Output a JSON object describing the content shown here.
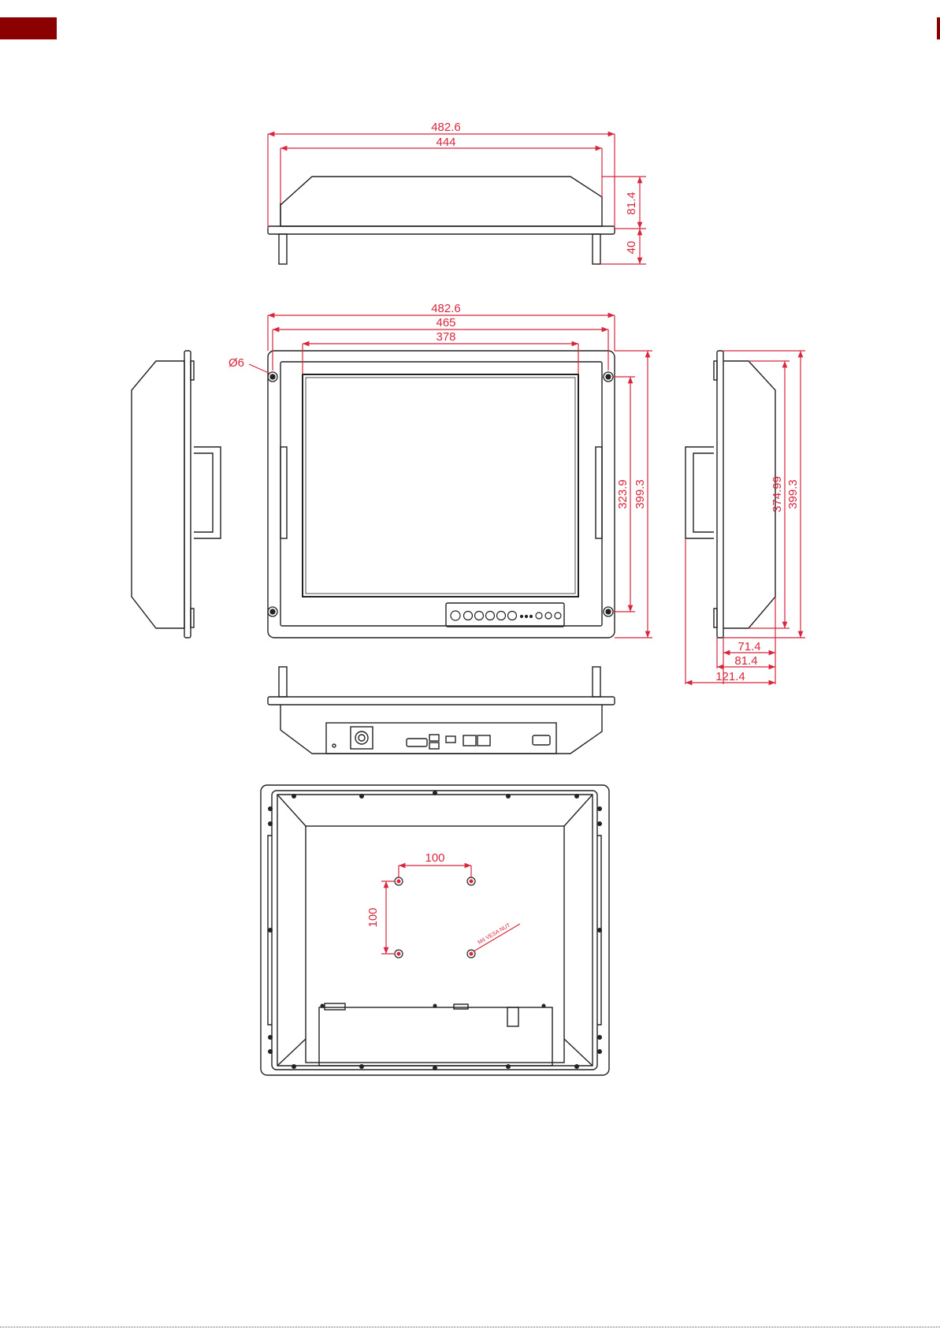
{
  "colors": {
    "header_tab": "#8b0000",
    "dimension": "#d7263d",
    "outline": "#222222"
  },
  "dimensions": {
    "top_view": {
      "overall_width": "482.6",
      "body_width": "444",
      "body_depth": "81.4",
      "handle_depth": "40"
    },
    "front_view": {
      "overall_width": "482.6",
      "hole_pitch": "465",
      "display_width": "378",
      "hole_diameter": "Ø6",
      "hole_vertical_pitch": "323.9",
      "overall_height": "399.3"
    },
    "side_view": {
      "body_height": "374.99",
      "overall_height": "399.3",
      "body_depth": "71.4",
      "depth_with_flange": "81.4",
      "depth_with_handle": "121.4"
    },
    "rear_view": {
      "vesa_horizontal": "100",
      "vesa_vertical": "100",
      "vesa_nut_note": "M4 VESA NUT"
    }
  },
  "icons": [
    "header-tab-icon",
    "mounting-hole-icon",
    "control-button-icon",
    "power-connector-icon",
    "vesa-nut-icon"
  ]
}
